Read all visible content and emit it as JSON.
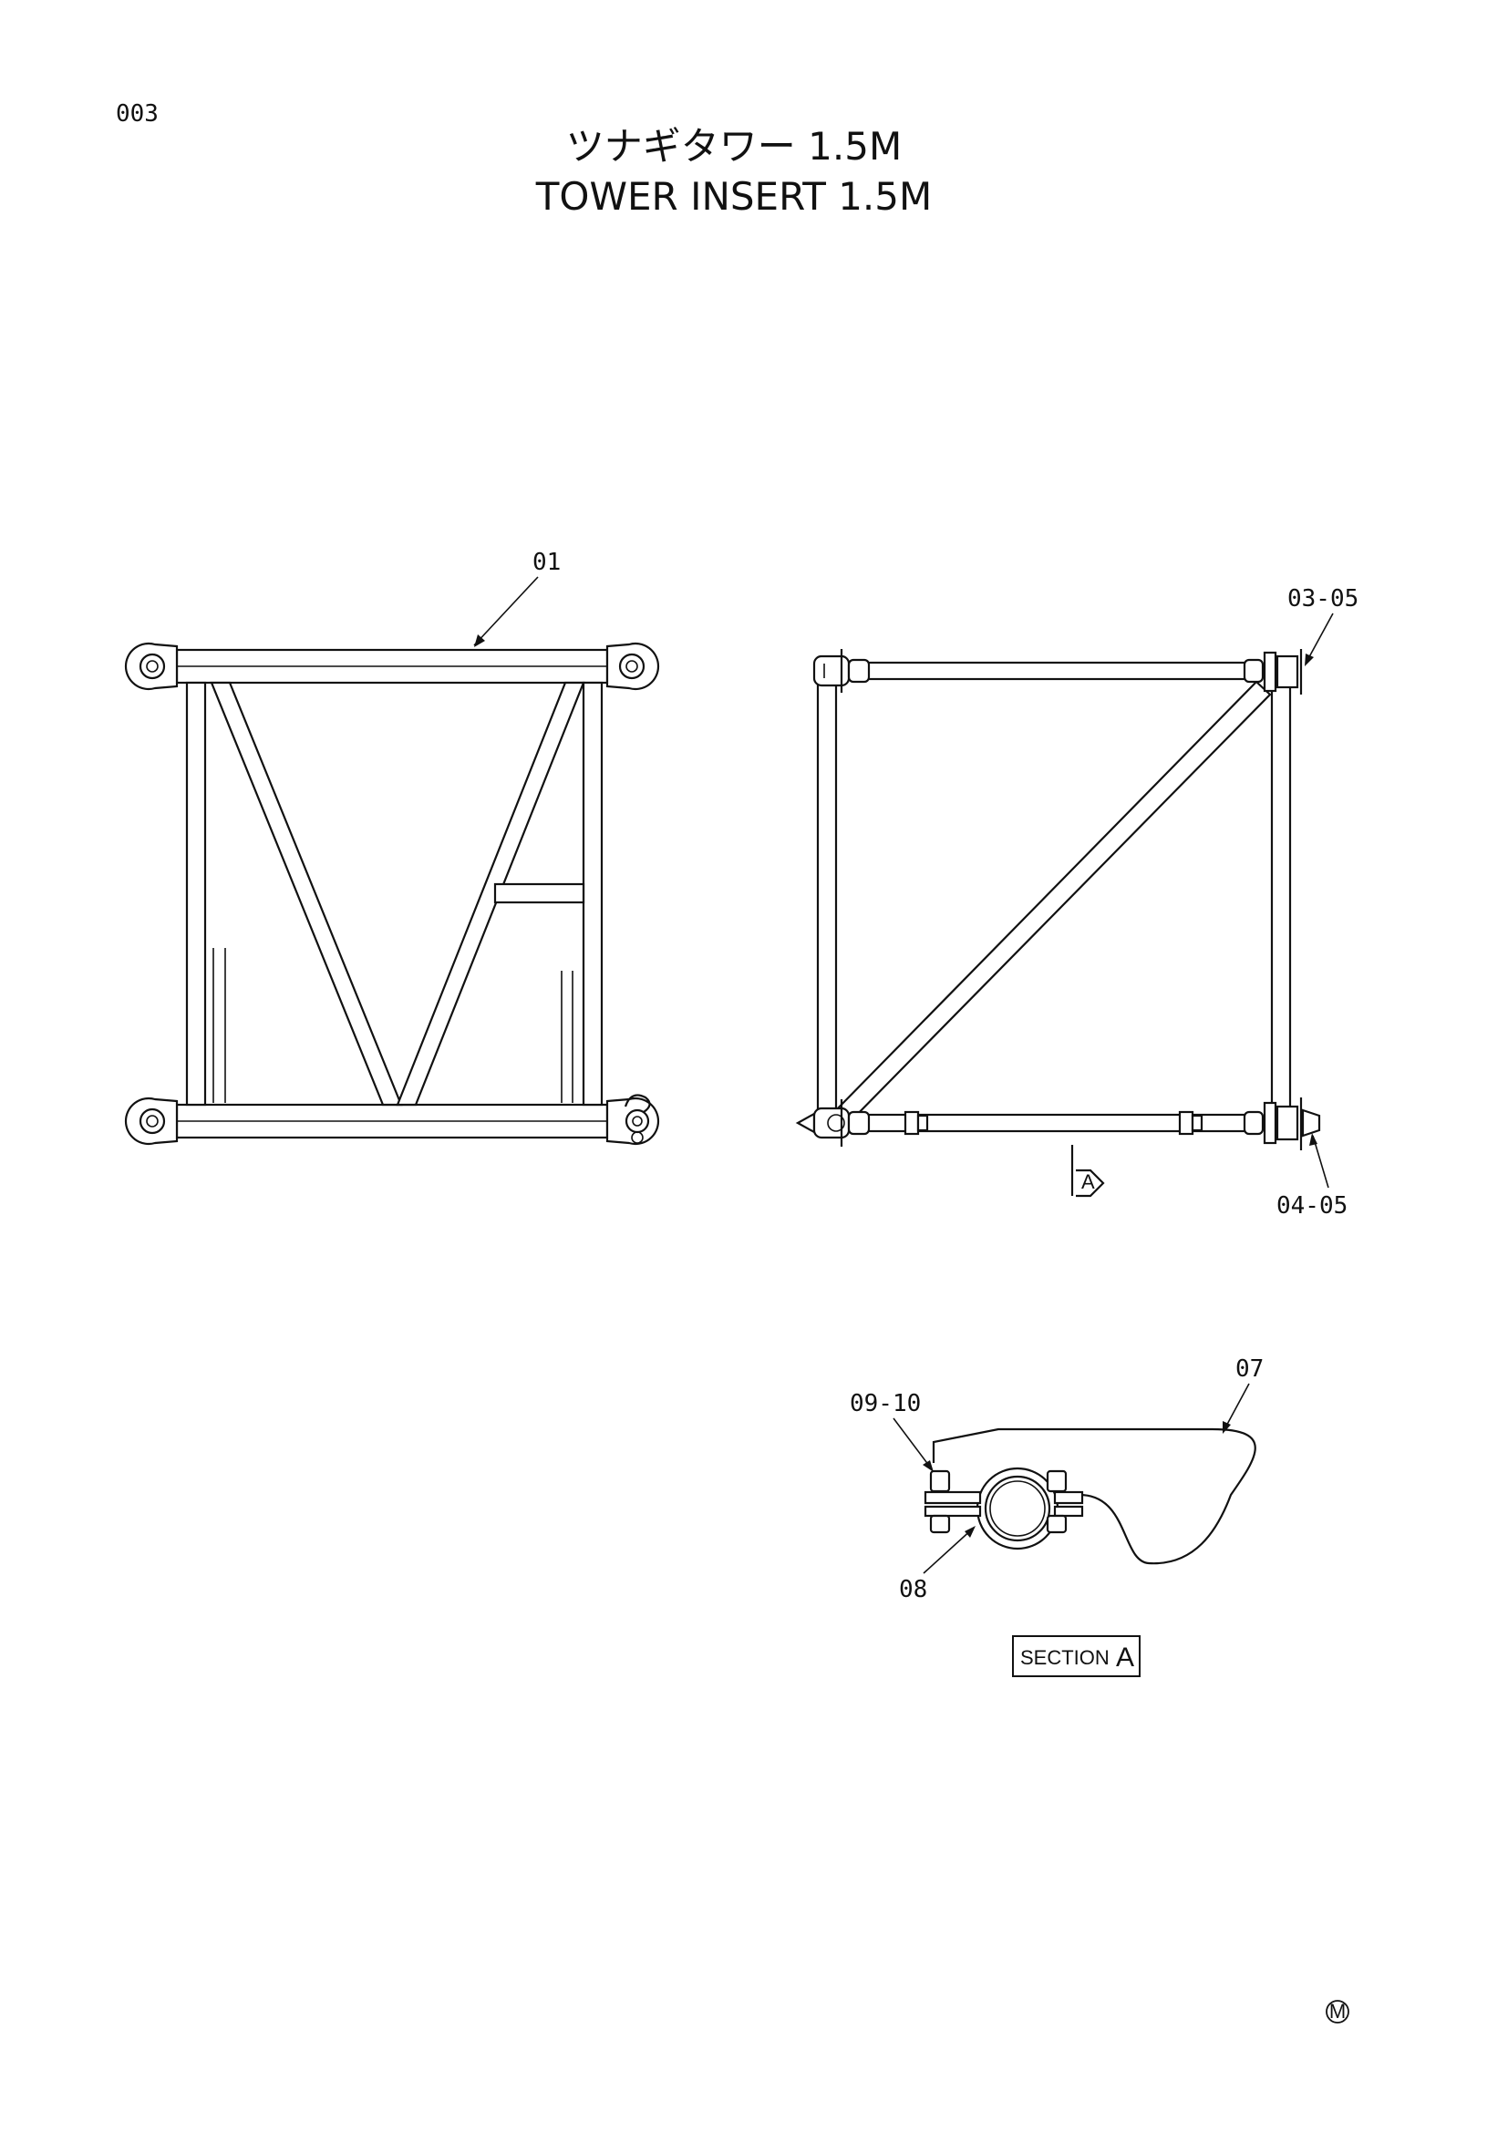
{
  "page_number": "003",
  "title": {
    "japanese": "ツナギタワー 1.5M",
    "english": "TOWER INSERT 1.5M"
  },
  "callouts": {
    "c01": "01",
    "c0305": "03-05",
    "c0405": "04-05",
    "c07": "07",
    "c0910": "09-10",
    "c08": "08"
  },
  "view_marker": "A",
  "section_label": {
    "word": "SECTION",
    "letter": "A"
  },
  "mark": "M"
}
